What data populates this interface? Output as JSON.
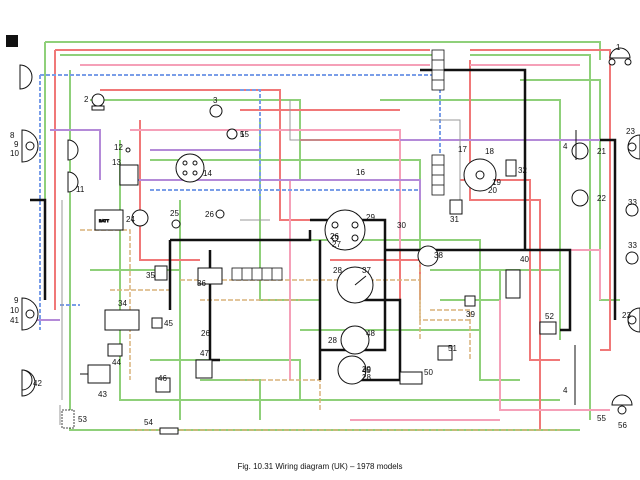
{
  "figure": {
    "caption": "Fig. 10.31 Wiring diagram (UK) – 1978 models"
  },
  "labels": {
    "l1": "1",
    "l2": "2",
    "l3": "3",
    "l4": "4",
    "l5": "5",
    "l8": "8",
    "l9": "9",
    "l10": "10",
    "l11": "11",
    "l12": "12",
    "l13": "13",
    "l14": "14",
    "l15": "15",
    "l16": "16",
    "l17": "17",
    "l18": "18",
    "l19": "19",
    "l20": "20",
    "l21": "21",
    "l22": "22",
    "l23": "23",
    "l24": "24",
    "l25": "25",
    "l26": "26",
    "l27": "27",
    "l28": "28",
    "l29": "29",
    "l30": "30",
    "l31": "31",
    "l32": "32",
    "l33": "33",
    "l34": "34",
    "l35": "35",
    "l36": "36",
    "l37": "37",
    "l38": "38",
    "l39": "39",
    "l40": "40",
    "l41": "41",
    "l42": "42",
    "l43": "43",
    "l44": "44",
    "l45": "45",
    "l46": "46",
    "l47": "47",
    "l48": "48",
    "l49": "49",
    "l50": "50",
    "l51": "51",
    "l52": "52",
    "l53": "53",
    "l54": "54",
    "l55": "55",
    "l56": "56"
  },
  "battery_label": "BATT",
  "colors": {
    "green": "#8fd07a",
    "red": "#f07878",
    "pink": "#f5a0b8",
    "purple": "#b48ad8",
    "blue": "#7a9ee8",
    "tan": "#d8b27a",
    "grey": "#9a9a9a",
    "black": "#111111"
  }
}
